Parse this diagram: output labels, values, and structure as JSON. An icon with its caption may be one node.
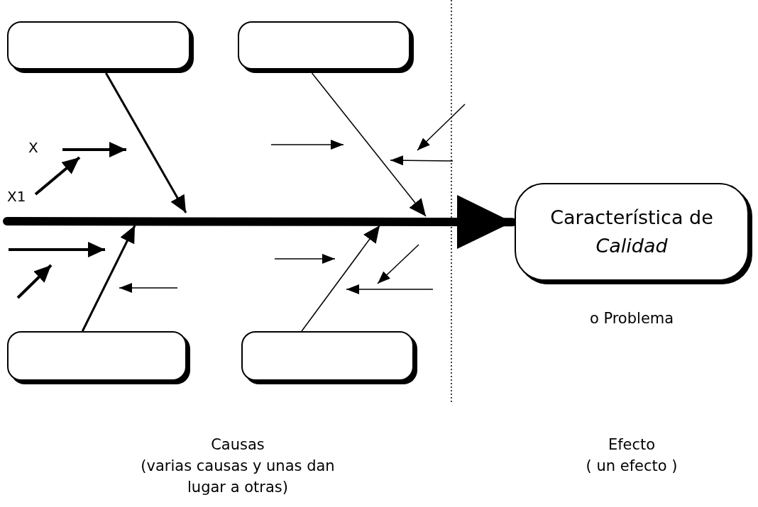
{
  "diagram": {
    "nodes": [
      {
        "text": [],
        "shape": "box"
      },
      {
        "text": [],
        "shape": "box"
      },
      {
        "text": [],
        "shape": "box"
      },
      {
        "text": [],
        "shape": "box"
      },
      {
        "text": [
          "Característica de *Calidad*"
        ],
        "beside": [
          "o Problema"
        ]
      }
    ],
    "edges": [
      {
        "from": null,
        "to": 4,
        "arrow": "to",
        "style": "thick"
      },
      {
        "from": 0,
        "to": null,
        "arrow": "to"
      },
      {
        "from": 1,
        "to": null,
        "arrow": "to"
      },
      {
        "from": 2,
        "to": null,
        "arrow": "to"
      },
      {
        "from": 3,
        "to": null,
        "arrow": "to"
      }
    ],
    "labels": [
      "X",
      "X1",
      "Causas",
      "(varias causas y unas dan lugar a otras)",
      "Efecto",
      "( un efecto )"
    ]
  }
}
